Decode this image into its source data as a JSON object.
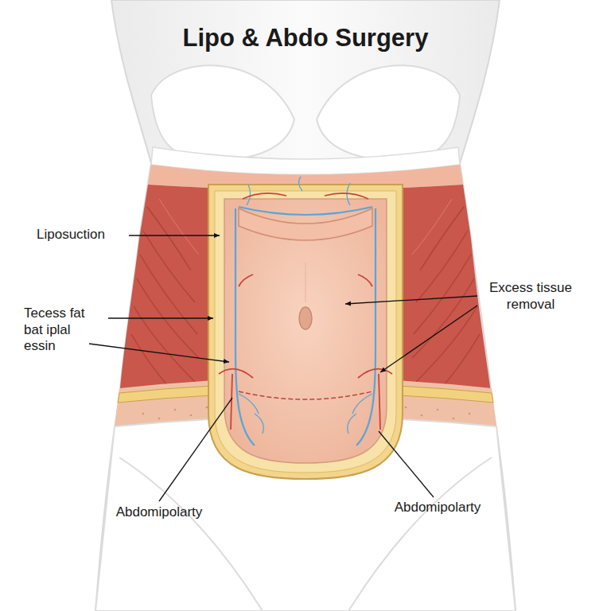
{
  "diagram": {
    "title": "Lipo & Abdo Surgery",
    "labels": [
      "Liposuction",
      "Tecess fat bat iplal essin",
      "Excess tissue removal",
      "Abdomipolarty",
      "Abdomipolarty"
    ]
  }
}
